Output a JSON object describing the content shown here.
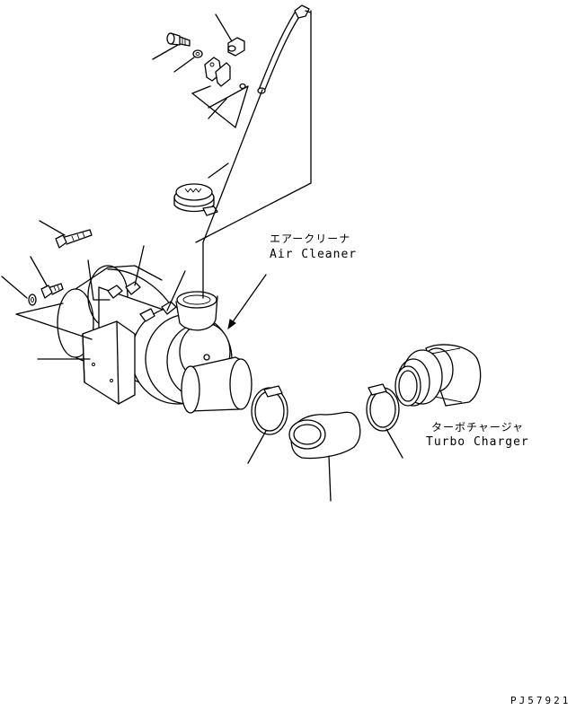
{
  "labels": {
    "air_cleaner_jp": "エアークリーナ",
    "air_cleaner_en": "Air Cleaner",
    "turbo_charger_jp": "ターボチャージャ",
    "turbo_charger_en": "Turbo Charger",
    "drawing_code": "PJ57921"
  }
}
